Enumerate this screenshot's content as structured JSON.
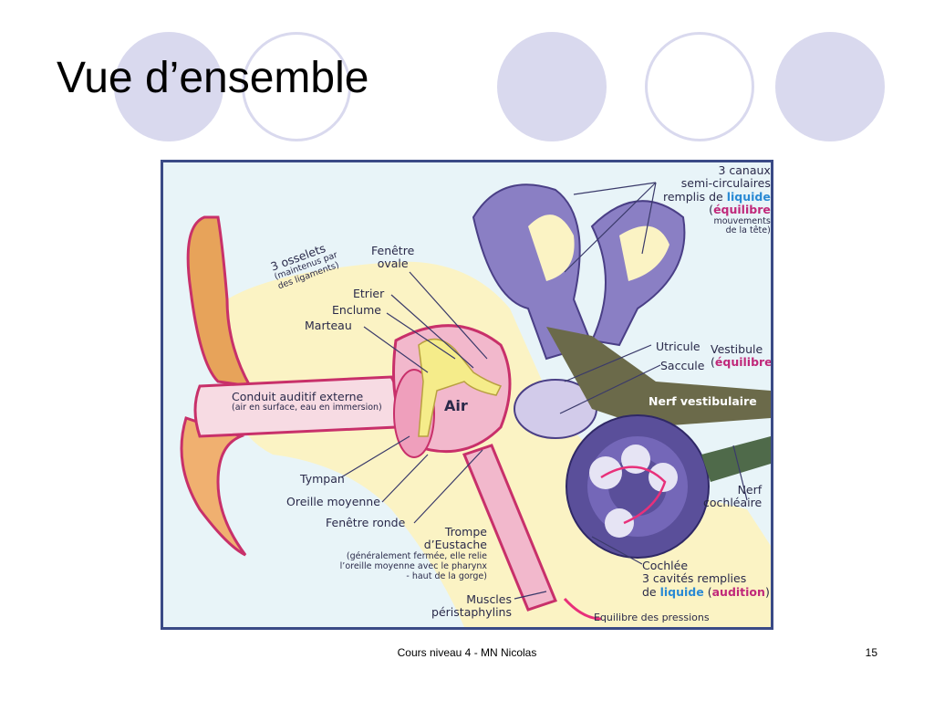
{
  "slide": {
    "title": "Vue d’ensemble",
    "footer": "Cours niveau 4 - MN Nicolas",
    "page_number": "15"
  },
  "figure": {
    "canaux": {
      "line1": "3 canaux",
      "line2": "semi-circulaires",
      "line3_prefix": "remplis de ",
      "line3_highlight": "liquide",
      "line4_open": "(",
      "line4_highlight": "équilibre",
      "line5": "mouvements",
      "line6": "de la tête)"
    },
    "osselets": {
      "line1": "3 osselets",
      "line2": "(maintenus par",
      "line3": "des ligaments)"
    },
    "fenetre_ovale": {
      "line1": "Fenêtre",
      "line2": "ovale"
    },
    "etrier": "Etrier",
    "enclume": "Enclume",
    "marteau": "Marteau",
    "utricule": "Utricule",
    "saccule": "Saccule",
    "vestibule": {
      "line1": "Vestibule",
      "line2_open": "(",
      "line2_highlight": "équilibre",
      "line2_close": ")"
    },
    "nerf_vestibulaire": "Nerf vestibulaire",
    "conduit": {
      "line1": "Conduit auditif externe",
      "line2": "(air en surface, eau en immersion)"
    },
    "air": "Air",
    "tympan": "Tympan",
    "oreille_moyenne": "Oreille moyenne",
    "fenetre_ronde": "Fenêtre ronde",
    "trompe": {
      "line1": "Trompe",
      "line2": "d’Eustache",
      "line3": "(généralement fermée, elle relie",
      "line4": "l’oreille moyenne avec le pharynx",
      "line5": "- haut  de la gorge)"
    },
    "nerf_cochleaire": {
      "line1": "Nerf",
      "line2": "cochléaire"
    },
    "cochlee": {
      "line1": "Cochlée",
      "line2": "3 cavités remplies",
      "line3_prefix": "de ",
      "line3_highlight1": "liquide",
      "line3_open": " (",
      "line3_highlight2": "audition",
      "line3_close": ")"
    },
    "muscles": {
      "line1": "Muscles",
      "line2": "péristaphylins"
    },
    "equilibre_pressions": "Equilibre des pressions"
  }
}
